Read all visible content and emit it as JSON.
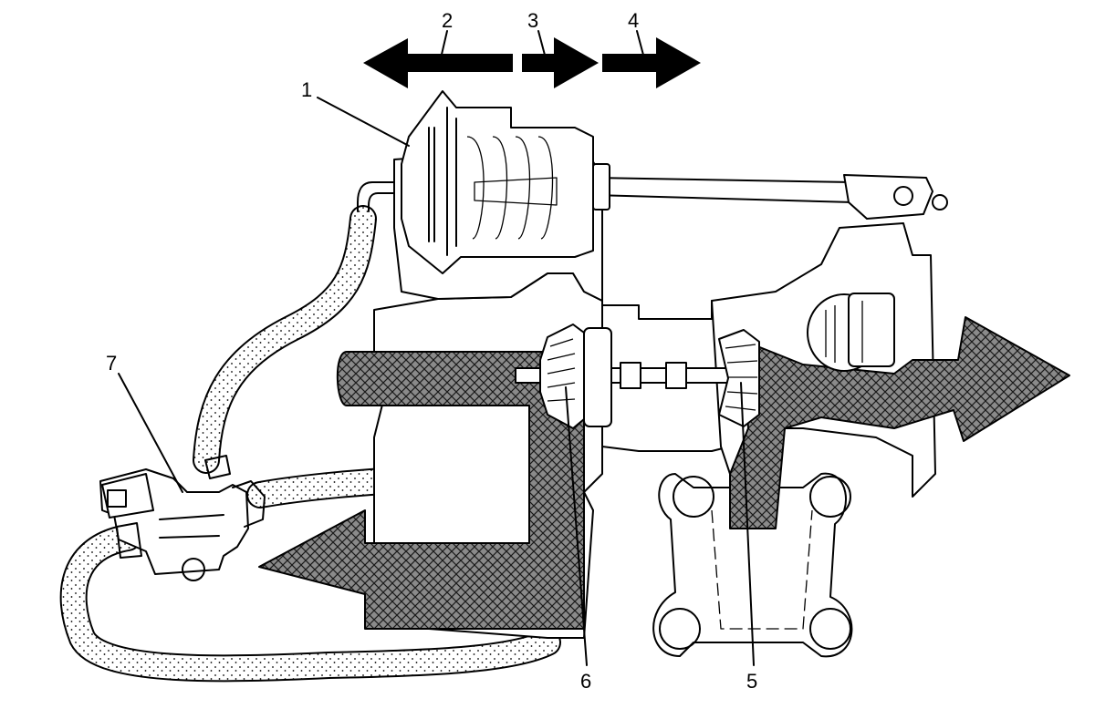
{
  "callouts": [
    {
      "id": "1",
      "label": "1"
    },
    {
      "id": "2",
      "label": "2"
    },
    {
      "id": "3",
      "label": "3"
    },
    {
      "id": "4",
      "label": "4"
    },
    {
      "id": "5",
      "label": "5"
    },
    {
      "id": "6",
      "label": "6"
    },
    {
      "id": "7",
      "label": "7"
    }
  ],
  "colors": {
    "line": "#000000",
    "background": "#ffffff"
  },
  "icons": {
    "arrow_2": "double-arrow-left-icon",
    "arrow_3": "arrow-right-icon",
    "arrow_4": "arrow-right-icon",
    "flow_in": "hatched-flow-arrow-left-icon",
    "flow_out": "hatched-flow-arrow-right-icon"
  }
}
